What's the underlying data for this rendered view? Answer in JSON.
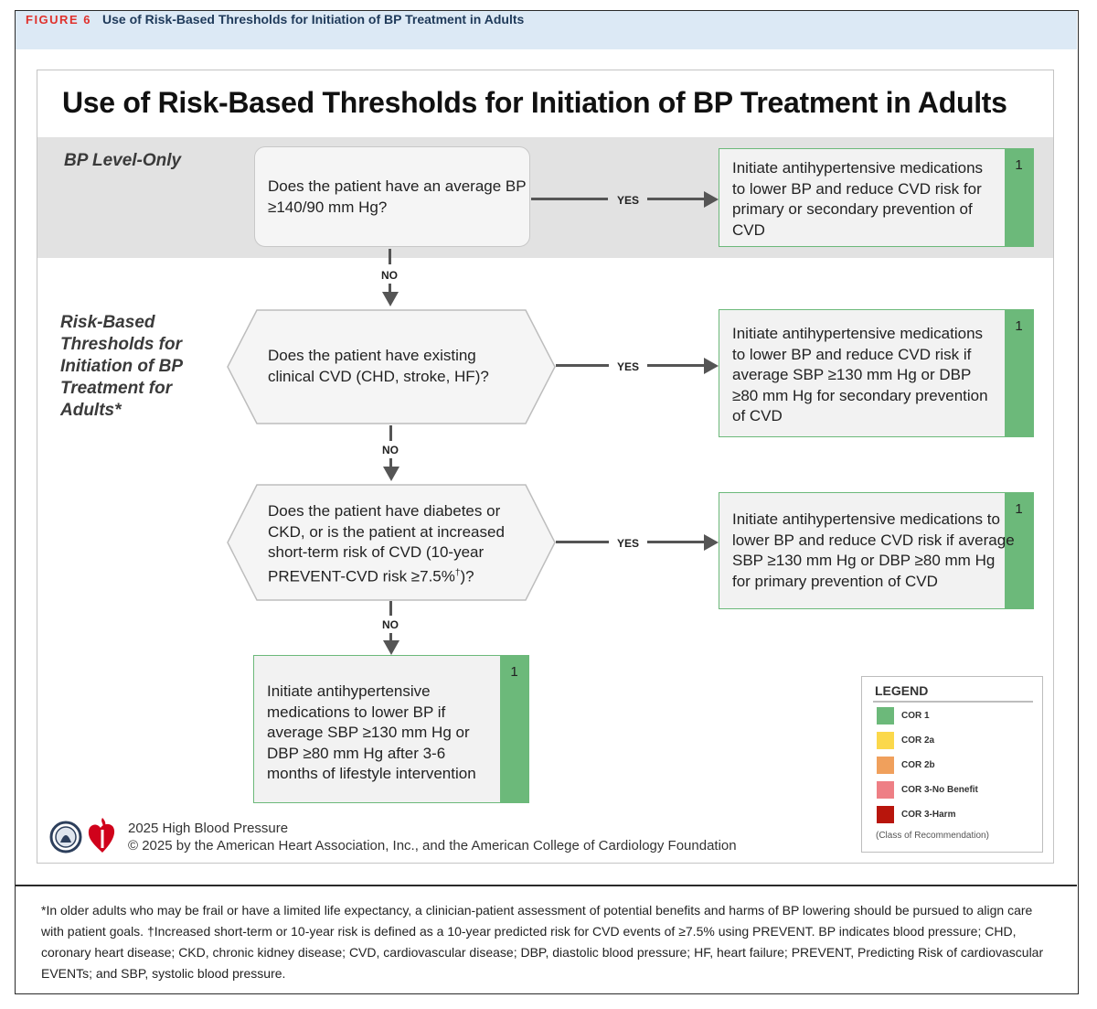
{
  "figure": {
    "label": "FIGURE 6",
    "title": "Use of Risk-Based Thresholds for Initiation of BP Treatment in Adults"
  },
  "diagram": {
    "main_title": "Use of Risk-Based Thresholds for Initiation of BP Treatment in Adults",
    "band_label": "BP Level-Only",
    "side_label": [
      "Risk-Based",
      "Thresholds for",
      "Initiation of BP",
      "Treatment for",
      "Adults*"
    ],
    "yes_label": "YES",
    "no_label": "NO",
    "questions": [
      {
        "lines": [
          "Does the patient have an average BP",
          "≥140/90 mm Hg?"
        ]
      },
      {
        "lines": [
          "Does the patient have existing",
          "clinical CVD (CHD, stroke, HF)?"
        ]
      },
      {
        "lines": [
          "Does the patient have diabetes or",
          "CKD, or is the patient at increased",
          "short-term risk of CVD (10-year"
        ],
        "last_line_pre": "PREVENT-CVD risk ≥7.5%",
        "last_line_sup": "†",
        "last_line_post": ")?"
      }
    ],
    "outcomes": [
      {
        "cor": "1",
        "cor_color": "#6cb97a",
        "lines": [
          "Initiate antihypertensive medications",
          "to lower BP and reduce CVD risk for",
          "primary or secondary prevention of",
          "CVD"
        ]
      },
      {
        "cor": "1",
        "cor_color": "#6cb97a",
        "lines": [
          "Initiate antihypertensive medications",
          "to lower BP and reduce CVD risk if",
          "average SBP ≥130 mm Hg or DBP",
          "≥80 mm Hg for secondary prevention",
          "of CVD"
        ]
      },
      {
        "cor": "1",
        "cor_color": "#6cb97a",
        "lines": [
          "Initiate antihypertensive medications to",
          "lower BP and reduce CVD risk if average",
          "SBP ≥130 mm Hg or DBP ≥80 mm Hg",
          "for primary prevention of CVD"
        ]
      },
      {
        "cor": "1",
        "cor_color": "#6cb97a",
        "lines": [
          "Initiate antihypertensive",
          "medications to lower BP if",
          "average SBP ≥130 mm Hg or",
          "DBP ≥80 mm Hg after 3-6",
          "months of lifestyle intervention"
        ]
      }
    ]
  },
  "legend": {
    "title": "LEGEND",
    "items": [
      {
        "label": "COR 1",
        "color": "#6cb97a"
      },
      {
        "label": "COR 2a",
        "color": "#fbd84b"
      },
      {
        "label": "COR 2b",
        "color": "#f0a05c"
      },
      {
        "label": "COR 3-No Benefit",
        "color": "#ee7f85"
      },
      {
        "label": "COR 3-Harm",
        "color": "#b8150c"
      }
    ],
    "note": "(Class of Recommendation)"
  },
  "credits": {
    "line1": "2025 High Blood Pressure",
    "line2": "© 2025 by the American Heart Association, Inc., and the American College of Cardiology Foundation",
    "logos": [
      "acc-seal-icon",
      "aha-heart-torch-icon"
    ]
  },
  "footnote": "*In older adults who may be frail or have a limited life expectancy, a clinician-patient assessment of potential benefits and harms of BP lowering should be pursued to align care with patient goals. †Increased short-term or 10-year risk is defined as a 10-year predicted risk for CVD events of ≥7.5% using PREVENT. BP indicates blood pressure; CHD, coronary heart disease; CKD, chronic kidney disease; CVD, cardiovascular disease; DBP, diastolic blood pressure; HF, heart failure; PREVENT, Predicting Risk of cardiovascular EVENTs; and SBP, systolic blood pressure."
}
